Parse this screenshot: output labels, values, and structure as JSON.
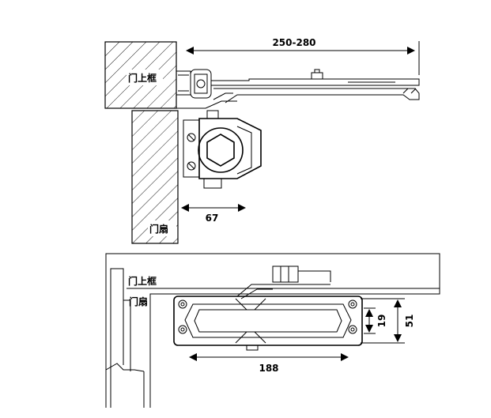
{
  "top_view": {
    "dim_arm_length": "250-280",
    "dim_body_offset": "67",
    "label_frame": "门上框",
    "label_door": "门扇"
  },
  "bottom_view": {
    "label_frame": "门上框",
    "label_door": "门扇",
    "dim_body_length": "188",
    "dim_inner_height": "19",
    "dim_outer_height": "51"
  }
}
